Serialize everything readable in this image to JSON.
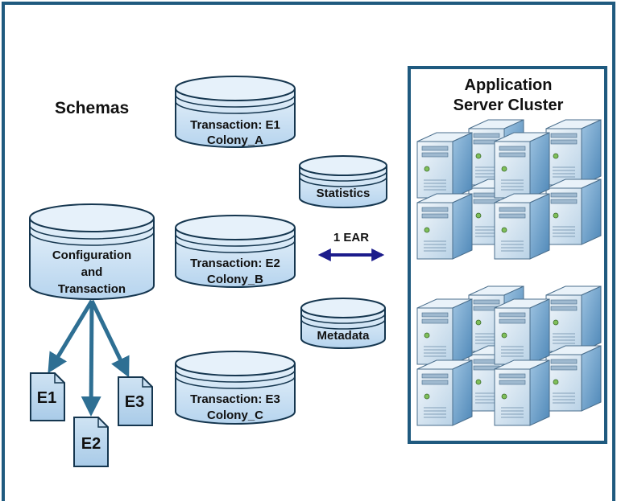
{
  "schemas_title": "Schemas",
  "cluster": {
    "title_line1": "Application",
    "title_line2": "Server Cluster"
  },
  "connector_label": "1 EAR",
  "main_db": {
    "line1": "Configuration",
    "line2": "and",
    "line3": "Transaction"
  },
  "transactions": [
    {
      "line1": "Transaction: E1",
      "line2": "Colony_A"
    },
    {
      "line1": "Transaction: E2",
      "line2": "Colony_B"
    },
    {
      "line1": "Transaction: E3",
      "line2": "Colony_C"
    }
  ],
  "statistics_label": "Statistics",
  "metadata_label": "Metadata",
  "documents": [
    "E1",
    "E2",
    "E3"
  ],
  "colors": {
    "frame": "#1f5a7f",
    "db_fill_top": "#e6f1fa",
    "db_fill_bottom": "#b6d4ee",
    "db_stroke": "#15364f",
    "arrow": "#2e6f93",
    "ear_arrow": "#1c1c8c",
    "server_face": "#d4e4f0",
    "server_side": "#8fb8d8"
  }
}
